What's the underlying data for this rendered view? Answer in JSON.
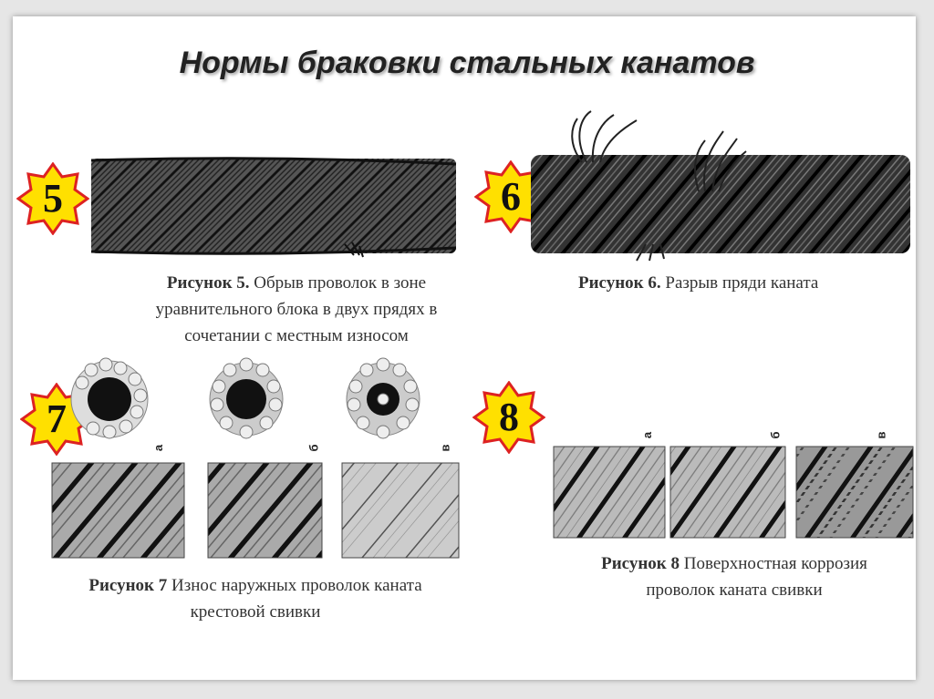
{
  "title": "Нормы браковки стальных канатов",
  "badges": {
    "b5": "5",
    "b6": "6",
    "b7": "7",
    "b8": "8"
  },
  "captions": {
    "fig5": {
      "bold": "Рисунок 5.",
      "line1": " Обрыв проволок в зоне",
      "line2": "уравнительного блока в двух прядях в",
      "line3": "сочетании с местным износом"
    },
    "fig6": {
      "bold": "Рисунок 6.",
      "line1": " Разрыв пряди каната"
    },
    "fig7": {
      "bold": "Рисунок 7",
      "line1": " Износ наружных проволок каната",
      "line2": "крестовой свивки"
    },
    "fig8": {
      "bold": "Рисунок 8",
      "line1": " Поверхностная коррозия",
      "line2": "проволок каната свивки"
    }
  },
  "sublabels": {
    "a": "а",
    "b": "б",
    "v": "в"
  },
  "colors": {
    "badge_fill": "#ffe000",
    "badge_stroke": "#d22",
    "rope_dark": "#2a2a2a"
  }
}
